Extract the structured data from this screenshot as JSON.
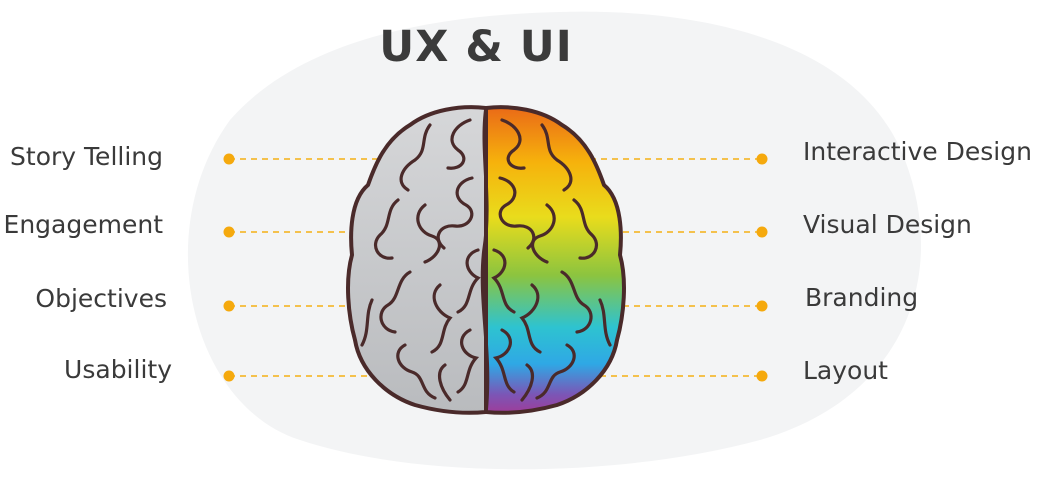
{
  "title": "UX & UI",
  "left_labels": [
    "Story Telling",
    "Engagement",
    "Objectives",
    "Usability"
  ],
  "right_labels": [
    "Interactive Design",
    "Visual Design",
    "Branding",
    "Layout"
  ],
  "colors": {
    "background_blob": "#f3f4f5",
    "connector": "#f5b014",
    "dot": "#f5a90d",
    "brain_left": "#c9cacc",
    "brain_outline": "#4a2a2a",
    "spectrum": [
      "#ea6a17",
      "#f6b20c",
      "#e9dc1c",
      "#8cc43f",
      "#2ec3d0",
      "#2fa8e5",
      "#7b56b6",
      "#9e3d9a"
    ]
  },
  "icons": [
    "brain-icon"
  ]
}
